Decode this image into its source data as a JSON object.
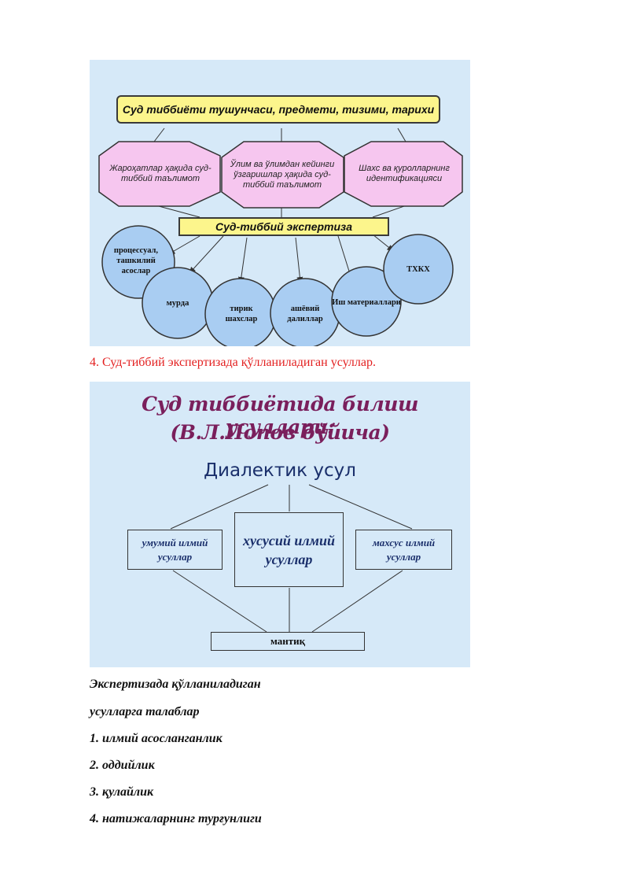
{
  "diagram1": {
    "title": "Суд тиббиёти тушунчаси, предмети, тизими, тарихи",
    "octagons": [
      "Жароҳатлар ҳақида суд-тиббий таълимот",
      "Ўлим ва ўлимдан кейинги ўзгаришлар ҳақида суд-тиббий таълимот",
      "Шахс ва қуролларнинг идентификацияси"
    ],
    "middle": "Суд-тиббий экспертиза",
    "circles": [
      "процессуал, ташкилий асослар",
      "мурда",
      "тирик шахслар",
      "ашёвий далиллар",
      "Иш материаллари",
      "ТХКХ"
    ],
    "colors": {
      "background": "#d6e9f8",
      "box_fill": "#fcf58c",
      "octagon_fill": "#f6c6ef",
      "circle_fill": "#a9cdf2"
    }
  },
  "caption": "4. Суд-тиббий экспертизада қўлланиладиган усуллар.",
  "diagram2": {
    "title_line1": "Суд тиббиётида билиш усуллари:",
    "title_line2": "(В.Л.Попов бўйича)",
    "subtitle": "Диалектик усул",
    "left_box": "умумий илмий усуллар",
    "center_box": "хусусий илмий усуллар",
    "right_box": "махсус илмий усуллар",
    "bottom_box": "мантиқ",
    "colors": {
      "title": "#7a1f5c",
      "subtitle": "#1a2f6b"
    }
  },
  "text_lines": [
    "Экспертизада қўлланиладиган",
    "усулларга талаблар",
    "1. илмий асосланганлик",
    "2. оддийлик",
    "3. қулайлик",
    "4. натижаларнинг турғунлиги"
  ]
}
